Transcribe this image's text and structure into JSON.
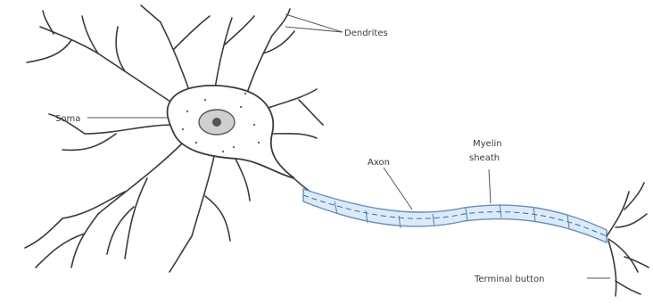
{
  "diagram": {
    "labels": {
      "dendrites": "Dendrites",
      "soma": "Soma",
      "axon": "Axon",
      "myelin_sheath_line1": "Myelin",
      "myelin_sheath_line2": "sheath",
      "terminal_button": "Terminal button"
    },
    "colors": {
      "ink": "#3b3b3b",
      "myelin_fill": "#dbeaf8",
      "myelin_stroke": "#6a8fb8",
      "nucleus": "#555555",
      "background": "#ffffff"
    }
  }
}
